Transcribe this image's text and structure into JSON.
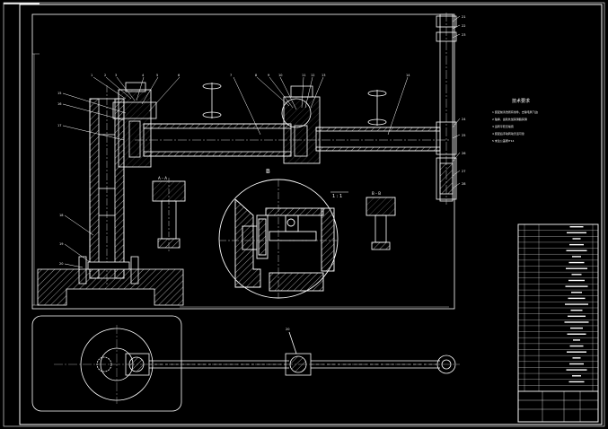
{
  "colors": {
    "background": "#000000",
    "line": "#ffffff",
    "hatch": "#bfbfbf",
    "center": "#c8c8c8"
  },
  "views": {
    "section_b_label": "B",
    "section_scale": "1 : 1",
    "section_aa": "A – A",
    "section_bb": "B – B"
  },
  "notes": {
    "title": "技术要求",
    "items": [
      "1  装配前清洗所有零件，去除毛刺飞边",
      "2  轴承、齿轮处加润滑脂润滑",
      "3  运转平稳无噪音",
      "4  装配后手动转动灵活可靠",
      "5  未注公差按IT14"
    ]
  },
  "balloons": [
    "1",
    "2",
    "3",
    "4",
    "5",
    "6",
    "7",
    "8",
    "9",
    "10",
    "11",
    "12",
    "13",
    "14",
    "15",
    "16",
    "17",
    "18",
    "19",
    "20",
    "21",
    "22",
    "23",
    "24",
    "25",
    "26",
    "27",
    "28"
  ]
}
